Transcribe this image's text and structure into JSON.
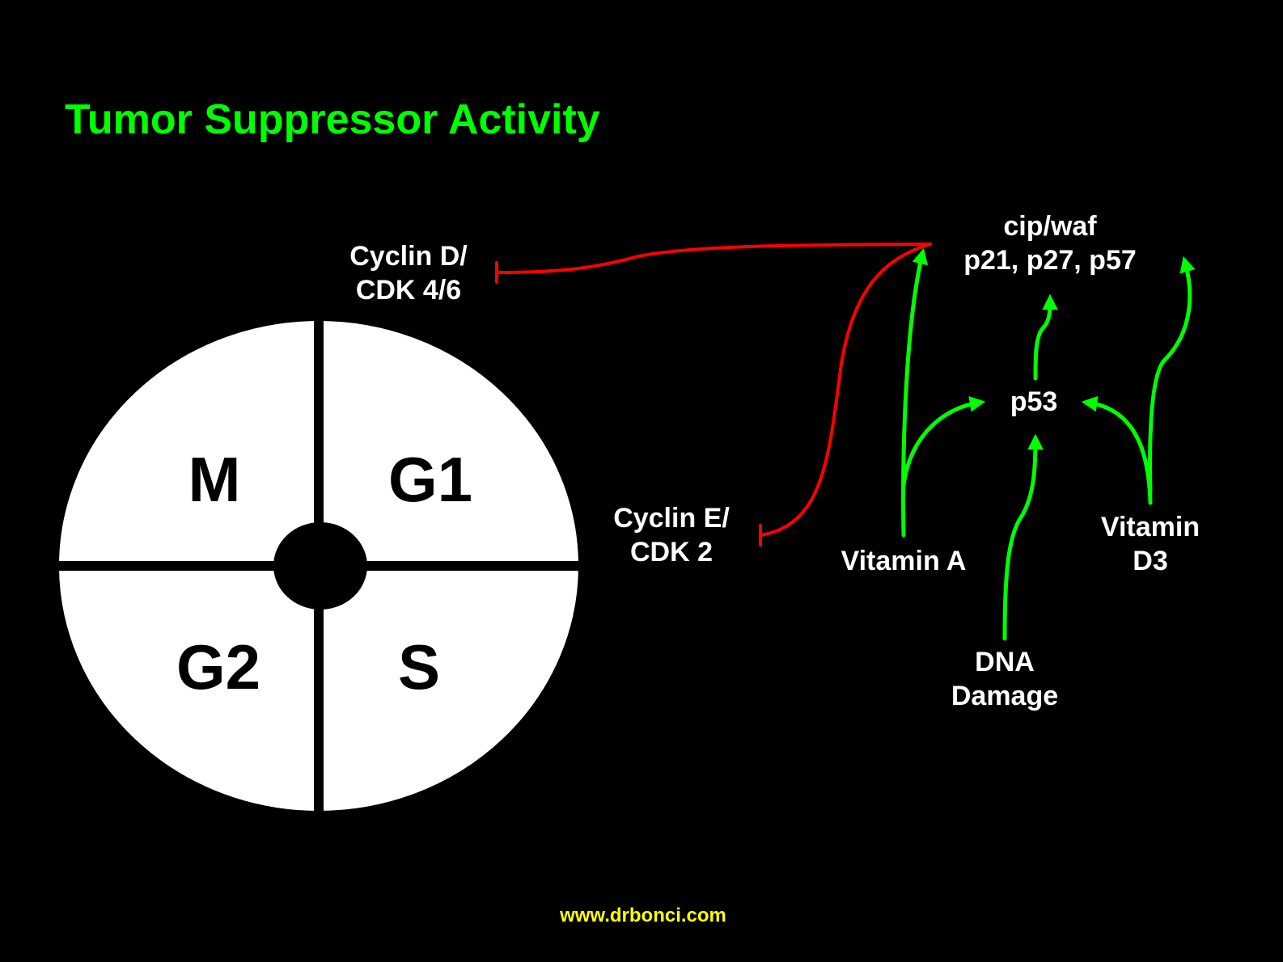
{
  "title": "Tumor Suppressor Activity",
  "footer": "www.drbonci.com",
  "colors": {
    "background": "#000000",
    "title": "#00ff00",
    "footer": "#ffff00",
    "activation": "#00ff00",
    "inhibition": "#ff0000",
    "cycle_fill": "#ffffff",
    "label": "#ffffff"
  },
  "cell_cycle": {
    "phases": {
      "m": "M",
      "g1": "G1",
      "g2": "G2",
      "s": "S"
    }
  },
  "nodes": {
    "cyclin_d": {
      "line1": "Cyclin D/",
      "line2": "CDK 4/6"
    },
    "cyclin_e": {
      "line1": "Cyclin E/",
      "line2": "CDK 2"
    },
    "cip_waf": {
      "line1": "cip/waf",
      "line2": "p21, p27, p57"
    },
    "p53": {
      "line1": "p53"
    },
    "vitamin_a": {
      "line1": "Vitamin A"
    },
    "vitamin_d3": {
      "line1": "Vitamin",
      "line2": "D3"
    },
    "dna_damage": {
      "line1": "DNA",
      "line2": "Damage"
    }
  },
  "edges": [
    {
      "from": "cip/waf",
      "to": "Cyclin D/CDK 4/6",
      "type": "inhibition"
    },
    {
      "from": "cip/waf",
      "to": "Cyclin E/CDK 2",
      "type": "inhibition"
    },
    {
      "from": "Vitamin A",
      "to": "cip/waf",
      "type": "activation"
    },
    {
      "from": "Vitamin A",
      "to": "p53",
      "type": "activation"
    },
    {
      "from": "p53",
      "to": "cip/waf",
      "type": "activation"
    },
    {
      "from": "DNA Damage",
      "to": "p53",
      "type": "activation"
    },
    {
      "from": "Vitamin D3",
      "to": "p53",
      "type": "activation"
    },
    {
      "from": "Vitamin D3",
      "to": "cip/waf",
      "type": "activation"
    }
  ]
}
